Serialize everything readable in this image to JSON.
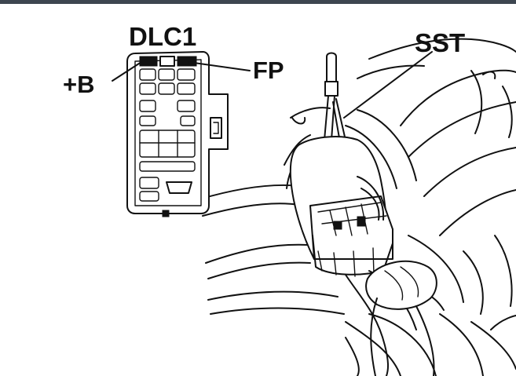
{
  "labels": {
    "connector_name": "DLC1",
    "terminal_b": "+B",
    "terminal_fp": "FP",
    "tool": "SST"
  },
  "colors": {
    "ink": "#111111",
    "paper": "#ffffff",
    "top_bar": "#3d4650"
  }
}
